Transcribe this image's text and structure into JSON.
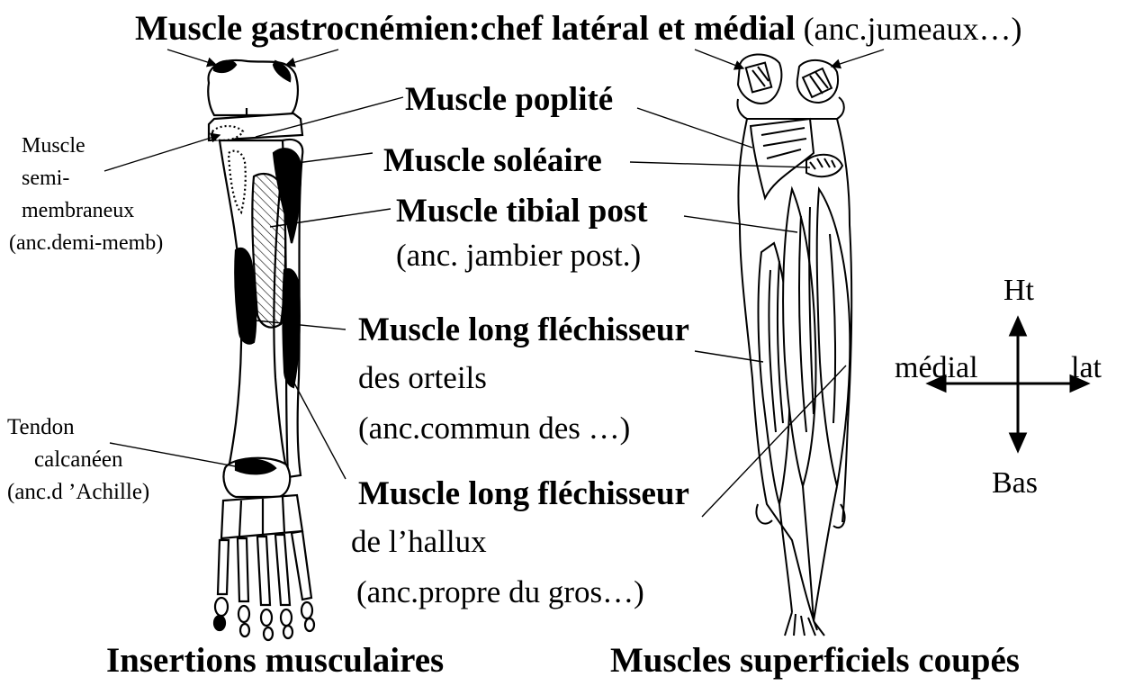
{
  "title": {
    "bold": "Muscle gastrocnémien:chef latéral et médial",
    "normal": " (anc.jumeaux…)"
  },
  "left_labels": {
    "semimembraneux": [
      "Muscle",
      "semi-",
      "membraneux",
      "(anc.demi-memb)"
    ],
    "tendon": [
      "Tendon",
      "calcanéen",
      "(anc.d ’Achille)"
    ]
  },
  "center_labels": {
    "poplite": "Muscle poplité",
    "soleaire": "Muscle soléaire",
    "tibial_title": "Muscle tibial post",
    "tibial_sub": "(anc. jambier post.)",
    "flechisseur_orteils": [
      "Muscle long fléchisseur",
      "des orteils",
      "(anc.commun des …)"
    ],
    "flechisseur_hallux": [
      "Muscle long fléchisseur",
      "de l’hallux",
      " (anc.propre du gros…)"
    ]
  },
  "compass": {
    "up": "Ht",
    "down": "Bas",
    "left": "médial",
    "right": "lat"
  },
  "captions": {
    "left": "Insertions musculaires",
    "right": "Muscles superficiels coupés"
  }
}
